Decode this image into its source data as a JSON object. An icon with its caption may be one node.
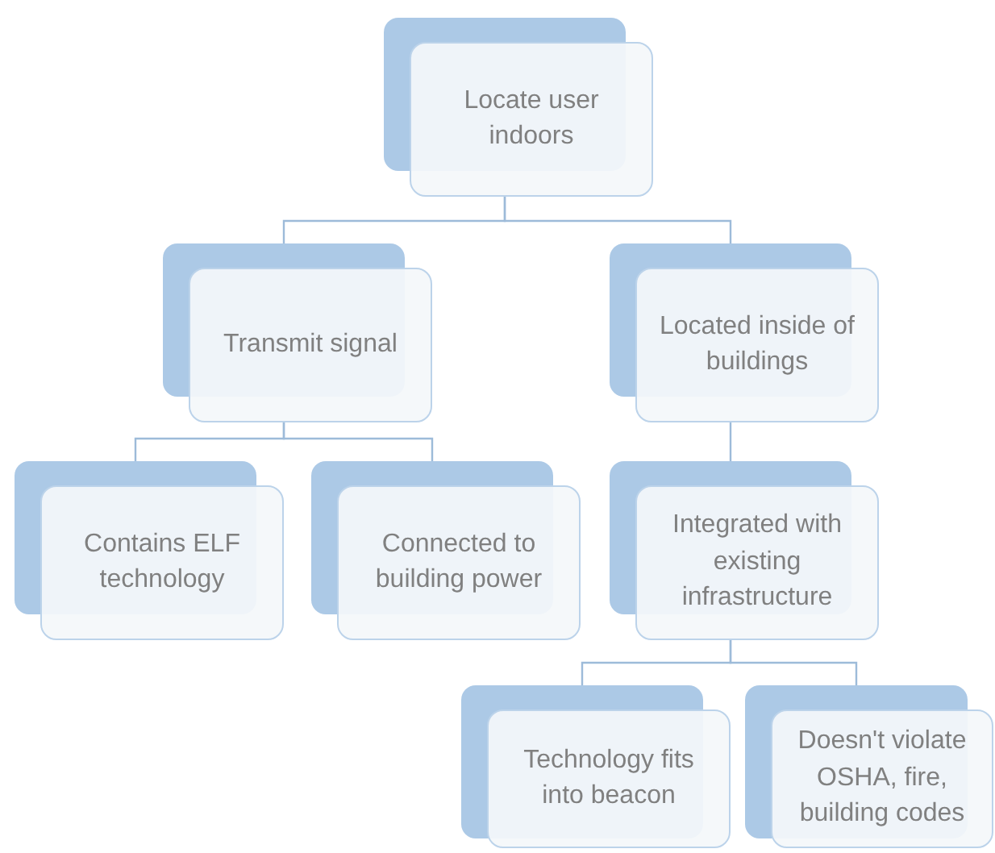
{
  "diagram": {
    "nodes": [
      {
        "text": [
          "Locate user indoors"
        ]
      },
      {
        "text": [
          "Transmit signal"
        ]
      },
      {
        "text": [
          "Located inside of buildings"
        ]
      },
      {
        "text": [
          "Contains ELF technology"
        ]
      },
      {
        "text": [
          "Connected to building power"
        ]
      },
      {
        "text": [
          "Integrated with existing infrastructure"
        ]
      },
      {
        "text": [
          "Technology fits into beacon"
        ]
      },
      {
        "text": [
          "Doesn't violate OSHA, fire, building codes"
        ]
      }
    ],
    "edges": [
      {
        "from": 0,
        "to": 1,
        "arrow": "none"
      },
      {
        "from": 0,
        "to": 2,
        "arrow": "none"
      },
      {
        "from": 1,
        "to": 3,
        "arrow": "none"
      },
      {
        "from": 1,
        "to": 4,
        "arrow": "none"
      },
      {
        "from": 2,
        "to": 5,
        "arrow": "none"
      },
      {
        "from": 5,
        "to": 6,
        "arrow": "none"
      },
      {
        "from": 5,
        "to": 7,
        "arrow": "none"
      }
    ]
  }
}
